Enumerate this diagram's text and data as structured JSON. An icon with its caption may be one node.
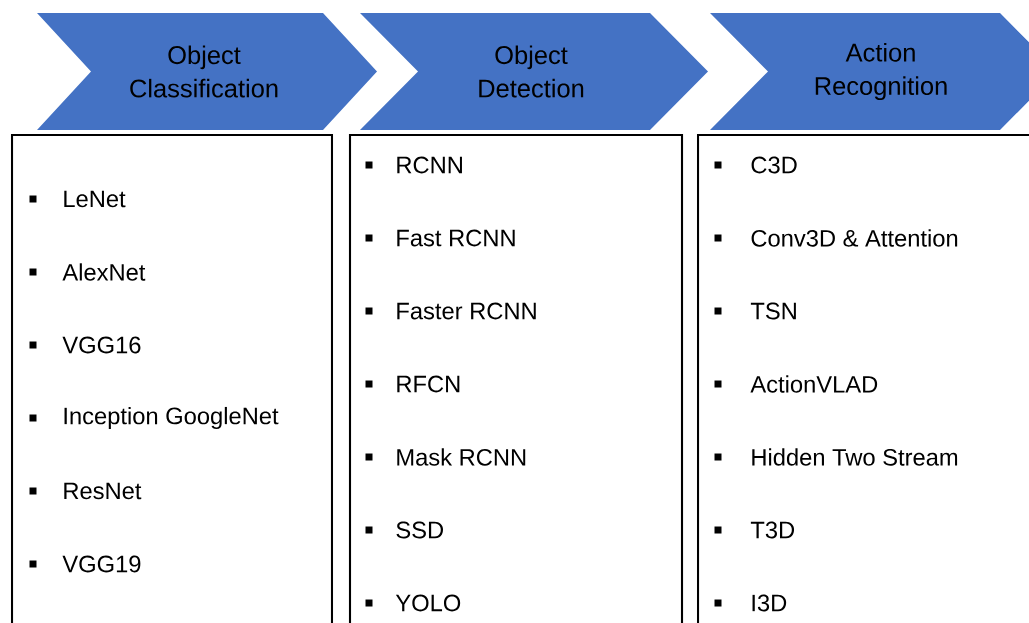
{
  "diagram": {
    "nodes": [
      {
        "text": [
          "Object Classification"
        ]
      },
      {
        "text": [
          "Object Detection"
        ]
      },
      {
        "text": [
          "Action Recognition"
        ]
      },
      {
        "text": [
          "LeNet",
          "AlexNet",
          "VGG16",
          "Inception GoogleNet",
          "ResNet",
          "VGG19"
        ]
      },
      {
        "text": [
          "RCNN",
          "Fast RCNN",
          "Faster RCNN",
          "RFCN",
          "Mask RCNN",
          "SSD",
          "YOLO"
        ]
      },
      {
        "text": [
          "C3D",
          "Conv3D & Attention",
          "TSN",
          "ActionVLAD",
          "Hidden Two Stream",
          "T3D",
          "I3D"
        ]
      }
    ]
  }
}
